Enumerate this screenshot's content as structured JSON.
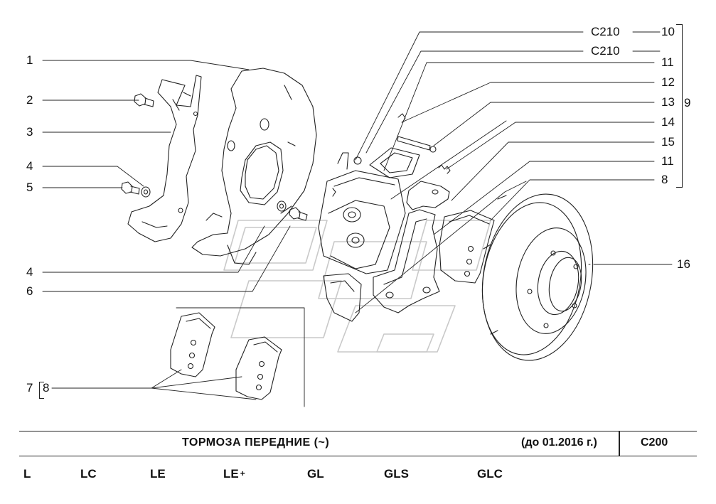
{
  "callouts": {
    "c1": "1",
    "c2": "2",
    "c3": "3",
    "c4a": "4",
    "c5": "5",
    "c4b": "4",
    "c6": "6",
    "c7": "7",
    "c8a": "8",
    "c10": "10",
    "c11a": "11",
    "c12": "12",
    "c13": "13",
    "c14": "14",
    "c15": "15",
    "c11b": "11",
    "c8b": "8",
    "c9": "9",
    "c16": "16",
    "c210a": "C210",
    "c210b": "C210"
  },
  "footer": {
    "title": "ТОРМОЗА   ПЕРЕДНИЕ (~)",
    "date": "(до 01.2016 г.)",
    "code": "C200"
  },
  "variants": [
    {
      "name": "L"
    },
    {
      "name": "LC"
    },
    {
      "name": "LE"
    },
    {
      "name": "LE",
      "suffix": "+"
    },
    {
      "name": "GL"
    },
    {
      "name": "GLS"
    },
    {
      "name": "GLC"
    }
  ]
}
